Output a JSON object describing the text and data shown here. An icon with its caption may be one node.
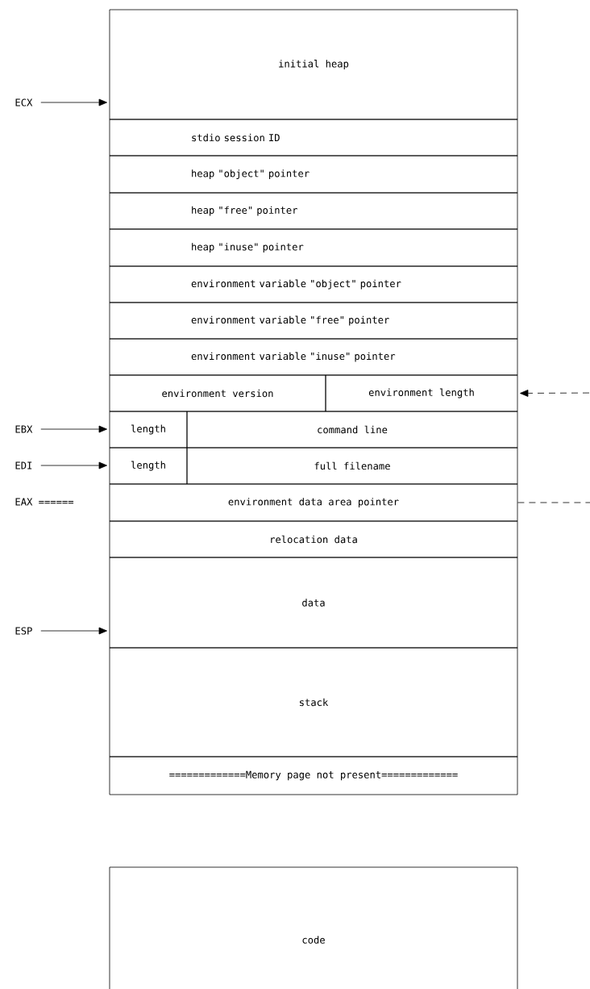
{
  "diagram": {
    "nodes": [
      {
        "text": [
          "ECX"
        ]
      },
      {
        "text": [
          "initial heap"
        ]
      },
      {
        "text": [
          "stdio session ID"
        ]
      },
      {
        "text": [
          "heap \"object\" pointer"
        ]
      },
      {
        "text": [
          "heap \"free\" pointer"
        ]
      },
      {
        "text": [
          "heap \"inuse\" pointer"
        ]
      },
      {
        "text": [
          "environment variable \"object\" pointer"
        ]
      },
      {
        "text": [
          "environment variable \"free\" pointer"
        ]
      },
      {
        "text": [
          "environment variable \"inuse\" pointer"
        ]
      },
      {
        "text": [
          "environment version"
        ]
      },
      {
        "text": [
          "environment length"
        ]
      },
      {
        "text": [
          "EBX"
        ]
      },
      {
        "text": [
          "length"
        ]
      },
      {
        "text": [
          "command line"
        ]
      },
      {
        "text": [
          "EDI"
        ]
      },
      {
        "text": [
          "length"
        ]
      },
      {
        "text": [
          "full filename"
        ]
      },
      {
        "text": [
          "environment data area pointer"
        ]
      },
      {
        "text": [
          "relocation data"
        ]
      },
      {
        "text": [
          "ESP"
        ]
      },
      {
        "text": [
          "data"
        ]
      },
      {
        "text": [
          "stack"
        ]
      },
      {
        "text": [
          "=============Memory page not present============="
        ]
      },
      {
        "text": [
          "code"
        ]
      }
    ],
    "edges": [
      {
        "from": 0,
        "to": 1,
        "arrow": "to"
      },
      {
        "from": 11,
        "to": 12,
        "arrow": "to"
      },
      {
        "from": 14,
        "to": 15,
        "arrow": "to"
      },
      {
        "from": 19,
        "to": 20,
        "arrow": "to"
      },
      {
        "from": 17,
        "to": null,
        "arrow": "none",
        "style": "dashed"
      },
      {
        "from": null,
        "to": 10,
        "arrow": "to",
        "style": "dashed"
      }
    ],
    "labels": [
      "EAX ======"
    ]
  }
}
